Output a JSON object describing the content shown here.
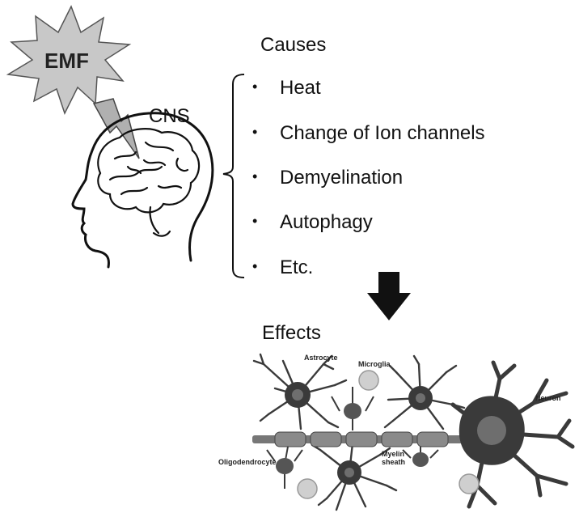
{
  "emf_label": "EMF",
  "cns_label": "CNS",
  "causes": {
    "title": "Causes",
    "items": [
      "Heat",
      "Change of Ion channels",
      "Demyelination",
      "Autophagy",
      "Etc."
    ]
  },
  "effects": {
    "title": "Effects",
    "cell_labels": {
      "astrocyte": "Astrocyte",
      "microglia": "Microglia",
      "neuron": "Neuron",
      "oligodendrocyte": "Oligodendrocyte",
      "myelin_sheath_line1": "Myelin",
      "myelin_sheath_line2": "sheath"
    }
  },
  "colors": {
    "starburst": "#c8c8c8",
    "cell_fill": "#3a3a3a",
    "nucleus": "#6e6e6e",
    "axon": "#777777",
    "microglia": "#cfcfcf"
  }
}
